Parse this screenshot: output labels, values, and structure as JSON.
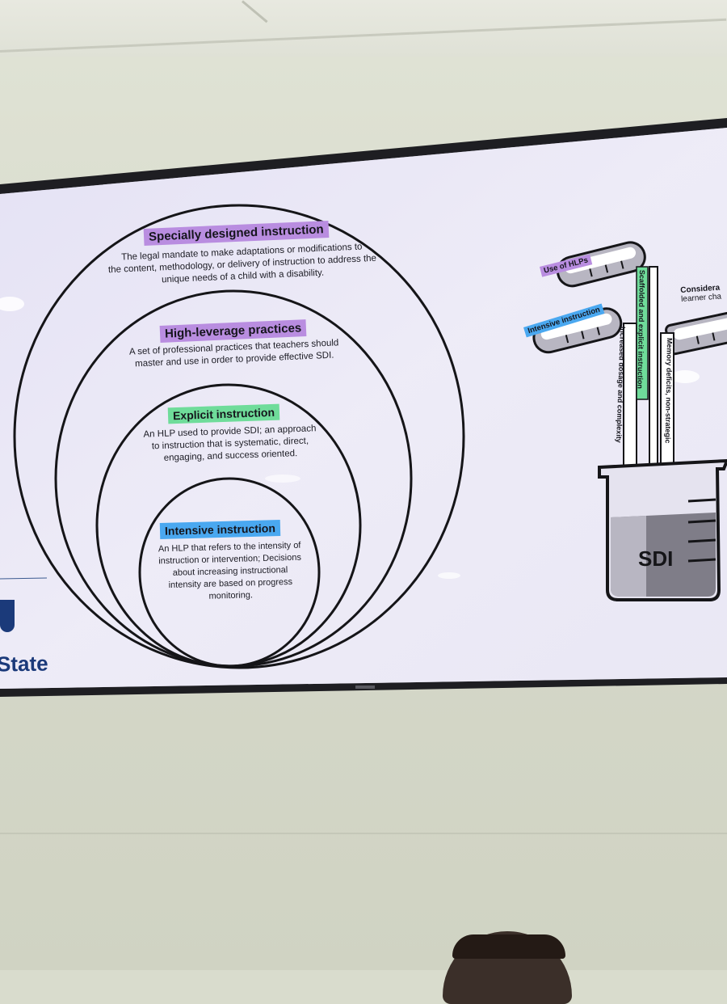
{
  "slide": {
    "circles": [
      {
        "label": "Specially designed instruction",
        "color": "#b98de0",
        "lines": [
          "The legal mandate to make adaptations or modifications to",
          "the content, methodology, or delivery of instruction to address the",
          "unique needs of a child with a disability."
        ]
      },
      {
        "label": "High-leverage practices",
        "color": "#b98de0",
        "lines": [
          "A set of professional practices that teachers should",
          "master and use in order to provide effective SDI."
        ]
      },
      {
        "label": "Explicit instruction",
        "color": "#6fdc9a",
        "lines": [
          "An HLP used to provide SDI; an approach",
          "to instruction that is systematic, direct,",
          "engaging, and success oriented."
        ]
      },
      {
        "label": "Intensive instruction",
        "color": "#4aa8f0",
        "lines": [
          "An HLP that refers to the intensity of",
          "instruction or intervention; Decisions",
          "about increasing instructional",
          "intensity are based on progress",
          "monitoring."
        ]
      }
    ],
    "beaker": {
      "label": "SDI",
      "tubes": [
        {
          "label": "Use of HLPs",
          "color": "#b98de0"
        },
        {
          "label": "Intensive instruction",
          "color": "#4aa8f0"
        },
        {
          "label": "Considera",
          "sub": "learner cha",
          "color": "#ffffff"
        }
      ],
      "streams": [
        {
          "label": "Increased dosage and complexity",
          "color": "#ffffff"
        },
        {
          "label": "Scaffolded and explicit instruction",
          "color": "#6fdc9a"
        },
        {
          "label": "Memory deficits, non-strategic",
          "color": "#ffffff"
        }
      ]
    },
    "logo": {
      "text": "State"
    }
  }
}
